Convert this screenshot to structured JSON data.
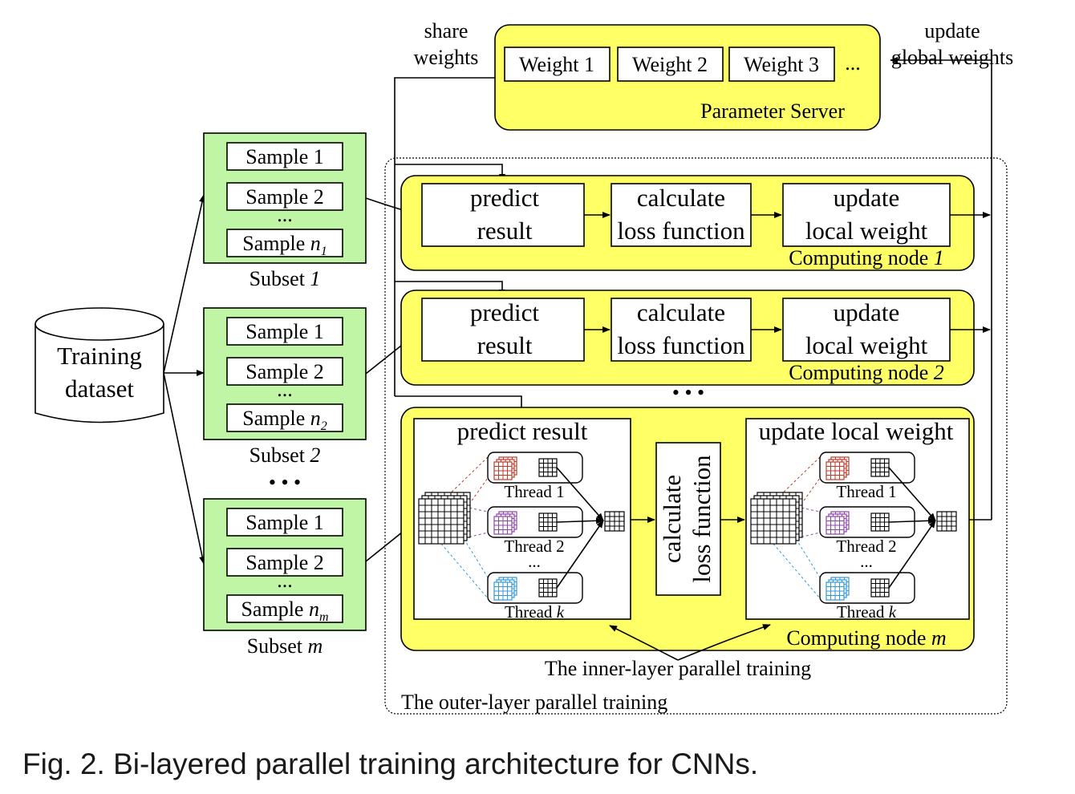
{
  "figure": {
    "caption": "Fig. 2. Bi-layered parallel training architecture for CNNs.",
    "dataset": {
      "line1": "Training",
      "line2": "dataset"
    },
    "param_server": {
      "label": "Parameter Server",
      "weights": [
        "Weight 1",
        "Weight 2",
        "Weight 3",
        "..."
      ],
      "share_label": [
        "share",
        "weights"
      ],
      "update_label": [
        "update",
        "global weights"
      ]
    },
    "subsets": [
      {
        "label": "Subset ",
        "index": "1",
        "samples": [
          "Sample 1",
          "Sample 2",
          "...",
          "Sample "
        ],
        "last_n": "n",
        "last_sub": "1"
      },
      {
        "label": "Subset ",
        "index": "2",
        "samples": [
          "Sample 1",
          "Sample 2",
          "...",
          "Sample "
        ],
        "last_n": "n",
        "last_sub": "2"
      },
      {
        "label": "Subset ",
        "index": "m",
        "samples": [
          "Sample 1",
          "Sample 2",
          "...",
          "Sample "
        ],
        "last_n": "n",
        "last_sub": "m"
      }
    ],
    "subset_ellipsis": "• • •",
    "node_ellipsis": "• • •",
    "nodes": [
      {
        "label": "Computing node ",
        "index": "1",
        "steps": [
          [
            "predict",
            "result"
          ],
          [
            "calculate",
            "loss function"
          ],
          [
            "update",
            "local weight"
          ]
        ]
      },
      {
        "label": "Computing node ",
        "index": "2",
        "steps": [
          [
            "predict",
            "result"
          ],
          [
            "calculate",
            "loss function"
          ],
          [
            "update",
            "local weight"
          ]
        ]
      }
    ],
    "node_m": {
      "label": "Computing node ",
      "index": "m",
      "predict_title": "predict result",
      "loss_label": [
        "calculate",
        "loss function"
      ],
      "update_title": "update local weight",
      "threads": [
        "Thread 1",
        "Thread 2",
        "...",
        "Thread "
      ],
      "thread_k": "k"
    },
    "inner_label": "The inner-layer parallel training",
    "outer_label": "The outer-layer parallel training",
    "colors": {
      "node_fill": "#ffff66",
      "subset_fill": "#bff5a4",
      "thread1": "#c0392b",
      "thread2": "#8e44ad",
      "threadk": "#3498db"
    }
  }
}
